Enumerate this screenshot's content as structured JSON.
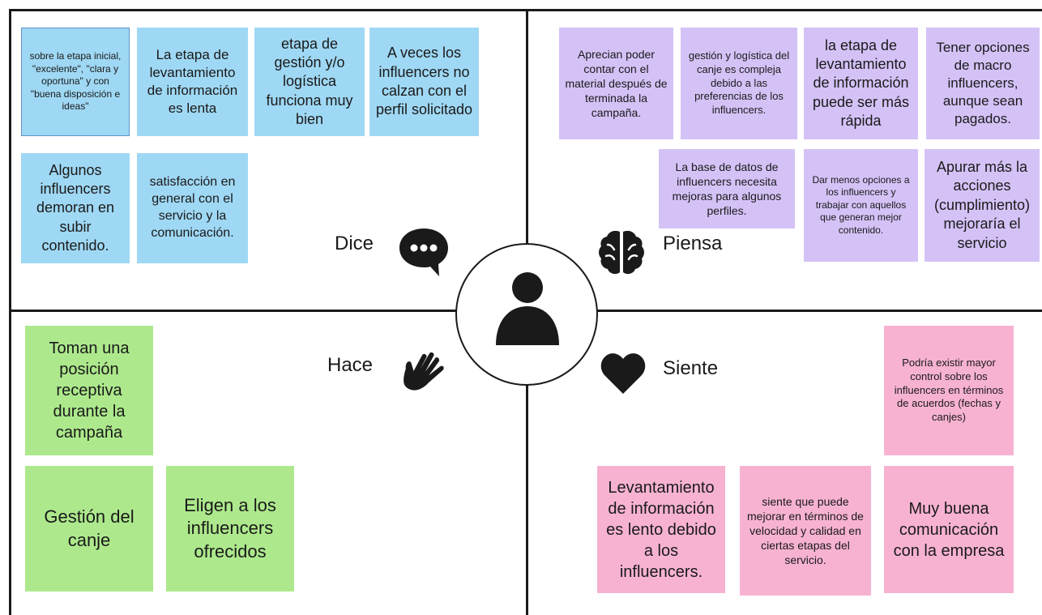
{
  "quadrants": {
    "dice": {
      "label": "Dice",
      "icon": "speech-bubble-icon",
      "notes": [
        "sobre la etapa inicial, \"excelente\", \"clara y oportuna\" y con \"buena disposición e ideas\"",
        "La etapa de levantamiento de información es lenta",
        "etapa de gestión y/o logística funciona muy bien",
        "A veces los influencers no calzan con el perfil solicitado",
        "Algunos influencers demoran en subir contenido.",
        "satisfacción en general con el servicio y la comunicación."
      ]
    },
    "piensa": {
      "label": "Piensa",
      "icon": "brain-icon",
      "notes": [
        "Aprecian poder contar con el material después de terminada la campaña.",
        "gestión y logística del canje es compleja debido a las preferencias de los influencers.",
        "la etapa de levantamiento de información puede ser más rápida",
        "Tener opciones de macro influencers, aunque sean pagados.",
        "La base de datos de influencers necesita mejoras para algunos perfiles.",
        "Dar menos opciones a los influencers y trabajar con aquellos que generan mejor contenido.",
        "Apurar más la acciones (cumplimiento) mejoraría el servicio"
      ]
    },
    "hace": {
      "label": "Hace",
      "icon": "hand-icon",
      "notes": [
        "Toman una posición receptiva durante la campaña",
        "Gestión del canje",
        "Eligen a los influencers ofrecidos"
      ]
    },
    "siente": {
      "label": "Siente",
      "icon": "heart-icon",
      "notes": [
        "Podría existir mayor control sobre los influencers en términos de acuerdos (fechas y canjes)",
        "Levantamiento de información es lento debido a los influencers.",
        "siente que puede mejorar en términos de velocidad y calidad en ciertas etapas del servicio.",
        "Muy buena comunicación con la empresa"
      ]
    }
  },
  "center": {
    "icon": "user-icon"
  },
  "colors": {
    "blue": "#9fd8f4",
    "purple": "#d4c2f7",
    "green": "#ade98c",
    "pink": "#f7b2d2",
    "lines": "#1a1a1a"
  }
}
